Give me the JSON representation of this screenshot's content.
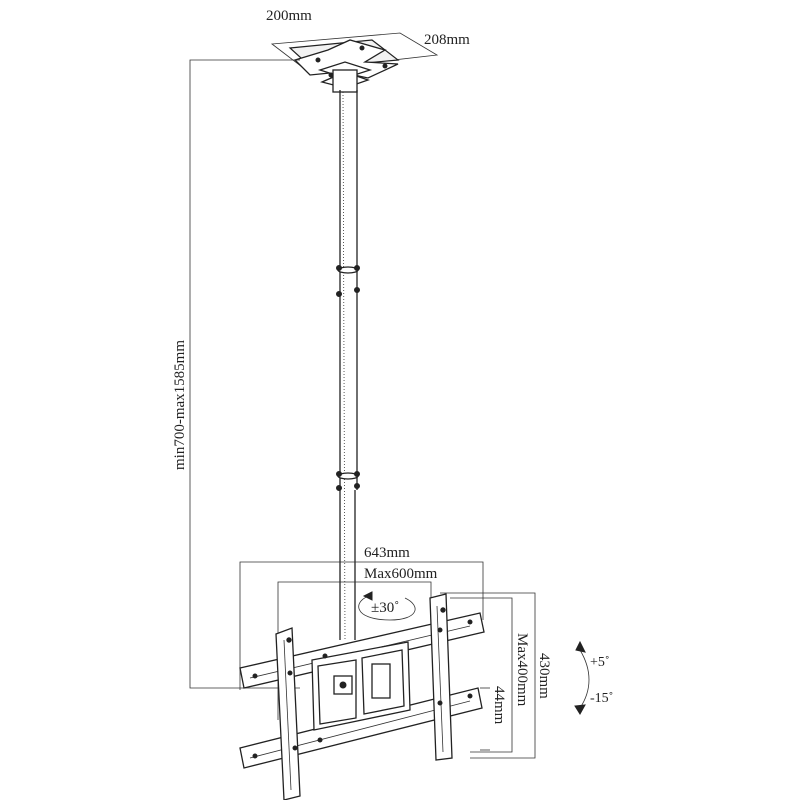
{
  "labels": {
    "plate_width": "200mm",
    "plate_depth": "208mm",
    "pole_height": "min700-max1585mm",
    "bracket_width": "643mm",
    "vesa_width": "Max600mm",
    "swivel": "±30˚",
    "bracket_height": "430mm",
    "vesa_height": "Max400mm",
    "depth": "44mm",
    "tilt_up": "+5˚",
    "tilt_down": "-15˚"
  }
}
